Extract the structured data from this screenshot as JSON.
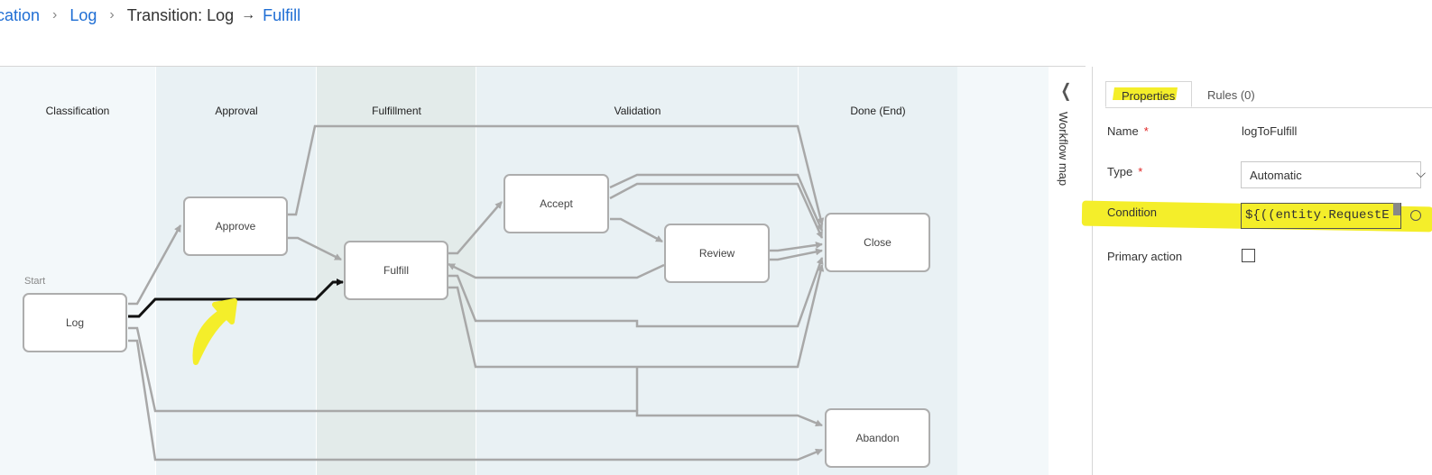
{
  "breadcrumb": {
    "items": [
      "cation",
      "Log",
      "Transition: Log",
      "Fulfill"
    ]
  },
  "workflow": {
    "lanes": [
      "Classification",
      "Approval",
      "Fulfillment",
      "Validation",
      "Done (End)"
    ],
    "start_label": "Start",
    "nodes": {
      "log": "Log",
      "approve": "Approve",
      "fulfill": "Fulfill",
      "accept": "Accept",
      "review": "Review",
      "close": "Close",
      "abandon": "Abandon"
    },
    "map_label": "Workflow map",
    "colors": {
      "canvas": "#f3f8fa",
      "lane_alt": "#e9f1f4",
      "selected_lane": "#e3ebea",
      "connector": "#a8a8a8",
      "selected_connector": "#111111",
      "highlight": "#f4ee2a"
    }
  },
  "panel": {
    "tabs": {
      "properties": "Properties",
      "rules": "Rules (0)"
    },
    "name": {
      "label": "Name",
      "value": "logToFulfill"
    },
    "type": {
      "label": "Type",
      "value": "Automatic"
    },
    "condition": {
      "label": "Condition",
      "value": "${((entity.RequestE"
    },
    "primary_action": {
      "label": "Primary action",
      "checked": false
    },
    "required_mark": "*"
  },
  "icons": {
    "breadcrumb_separator": "chevron-right-icon",
    "transition_arrow": "arrow-right-icon",
    "collapse_map": "chevron-left-icon",
    "select": "chevron-down-icon",
    "info": "info-icon"
  }
}
